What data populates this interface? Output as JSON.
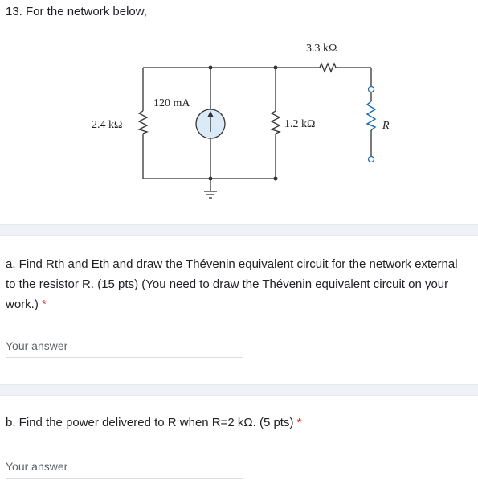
{
  "question_title": "13. For the network below,",
  "circuit": {
    "resistor_top_label": "3.3 kΩ",
    "source_label": "120 mA",
    "resistor_left_label": "2.4 kΩ",
    "resistor_mid_label": "1.2 kΩ",
    "load_label": "R"
  },
  "part_a": {
    "text": "a. Find Rth and Eth and draw the Thévenin equivalent circuit for the network external to the resistor R. (15 pts) (You need to draw the Thévenin equivalent circuit on your work.)",
    "required_marker": "*",
    "answer_placeholder": "Your answer"
  },
  "part_b": {
    "text": "b. Find the power delivered to R when R=2 kΩ. (5 pts)",
    "required_marker": "*",
    "answer_placeholder": "Your answer"
  },
  "colors": {
    "load_resistor": "#1f6fb2",
    "source_fill": "#dbeaf7",
    "separator": "#eef1f6",
    "required": "#d93025"
  }
}
